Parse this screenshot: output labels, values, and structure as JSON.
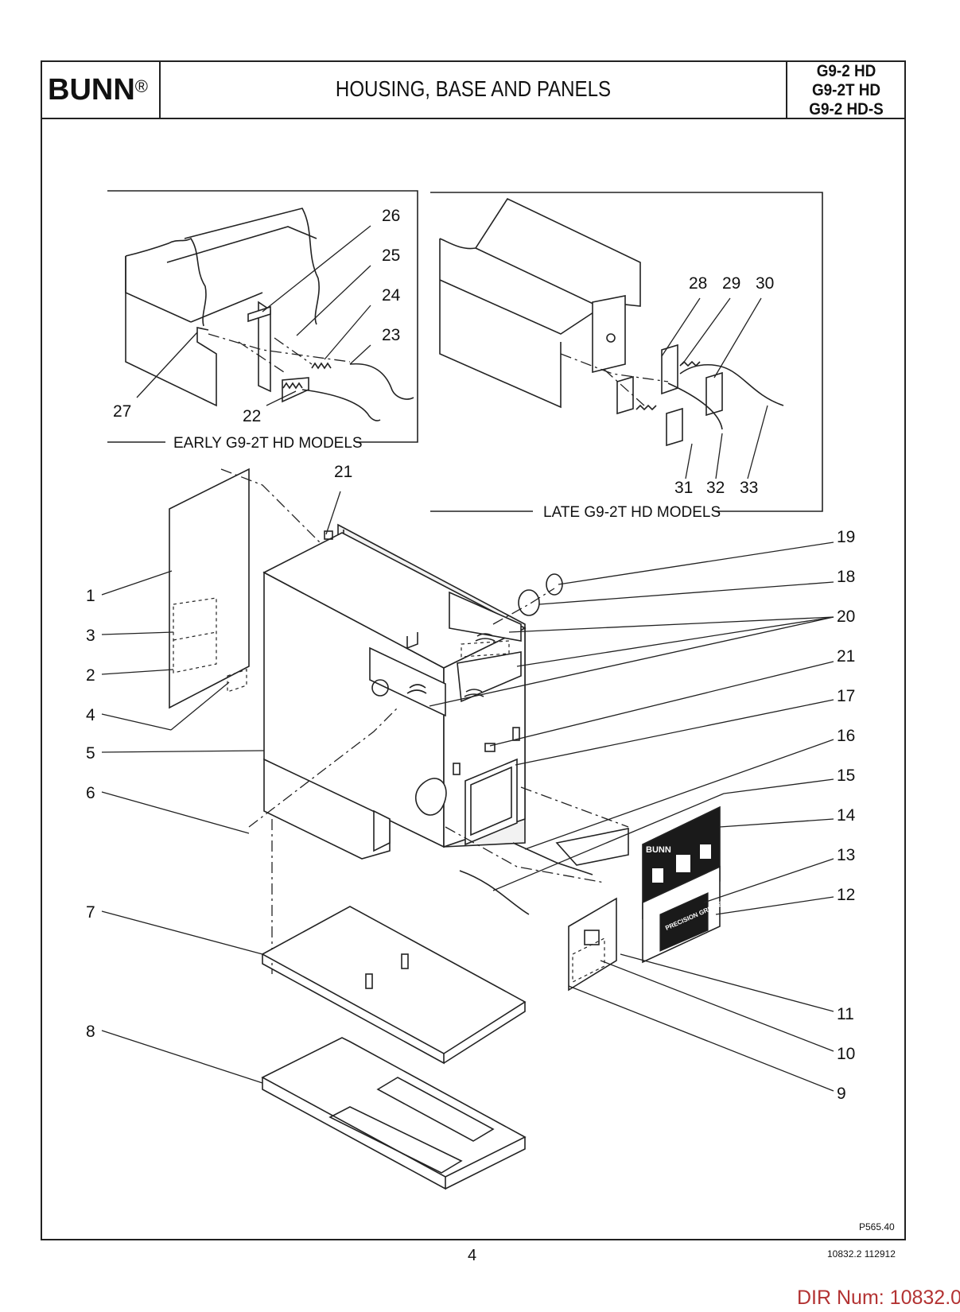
{
  "header": {
    "brand": "BUNN",
    "brand_mark": "®",
    "title": "HOUSING, BASE AND PANELS",
    "models": [
      "G9-2 HD",
      "G9-2T HD",
      "G9-2 HD-S"
    ]
  },
  "insets": {
    "early_caption": "EARLY G9-2T HD MODELS",
    "late_caption": "LATE G9-2T HD MODELS"
  },
  "callouts": {
    "n1": "1",
    "n2": "2",
    "n3": "3",
    "n4": "4",
    "n5": "5",
    "n6": "6",
    "n7": "7",
    "n8": "8",
    "n9": "9",
    "n10": "10",
    "n11": "11",
    "n12": "12",
    "n13": "13",
    "n14": "14",
    "n15": "15",
    "n16": "16",
    "n17": "17",
    "n18": "18",
    "n19": "19",
    "n20": "20",
    "n21a": "21",
    "n21b": "21",
    "n22": "22",
    "n23": "23",
    "n24": "24",
    "n25": "25",
    "n26": "26",
    "n27": "27",
    "n28": "28",
    "n29": "29",
    "n30": "30",
    "n31": "31",
    "n32": "32",
    "n33": "33"
  },
  "panel_text": {
    "front_brand": "BUNN",
    "door_label": "PRECISION GRINDER"
  },
  "footer": {
    "drawing_ref": "P565.40",
    "page_number": "4",
    "doc_code": "10832.2 112912",
    "dir_stamp": "DIR Num: 10832.0"
  },
  "colors": {
    "line": "#222222",
    "stamp": "#b33333",
    "panel_dark": "#1a1a1a"
  }
}
